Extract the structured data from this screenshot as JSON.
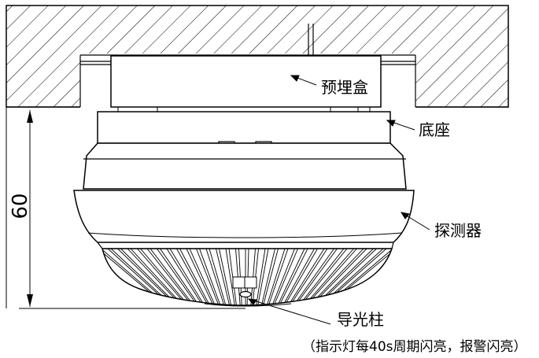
{
  "labels": {
    "embedded_box": "预埋盒",
    "base": "底座",
    "detector": "探测器",
    "light_pipe": "导光柱",
    "note": "（指示灯每40s周期闪亮，报警闪亮）"
  },
  "dimension": {
    "height": "60"
  }
}
